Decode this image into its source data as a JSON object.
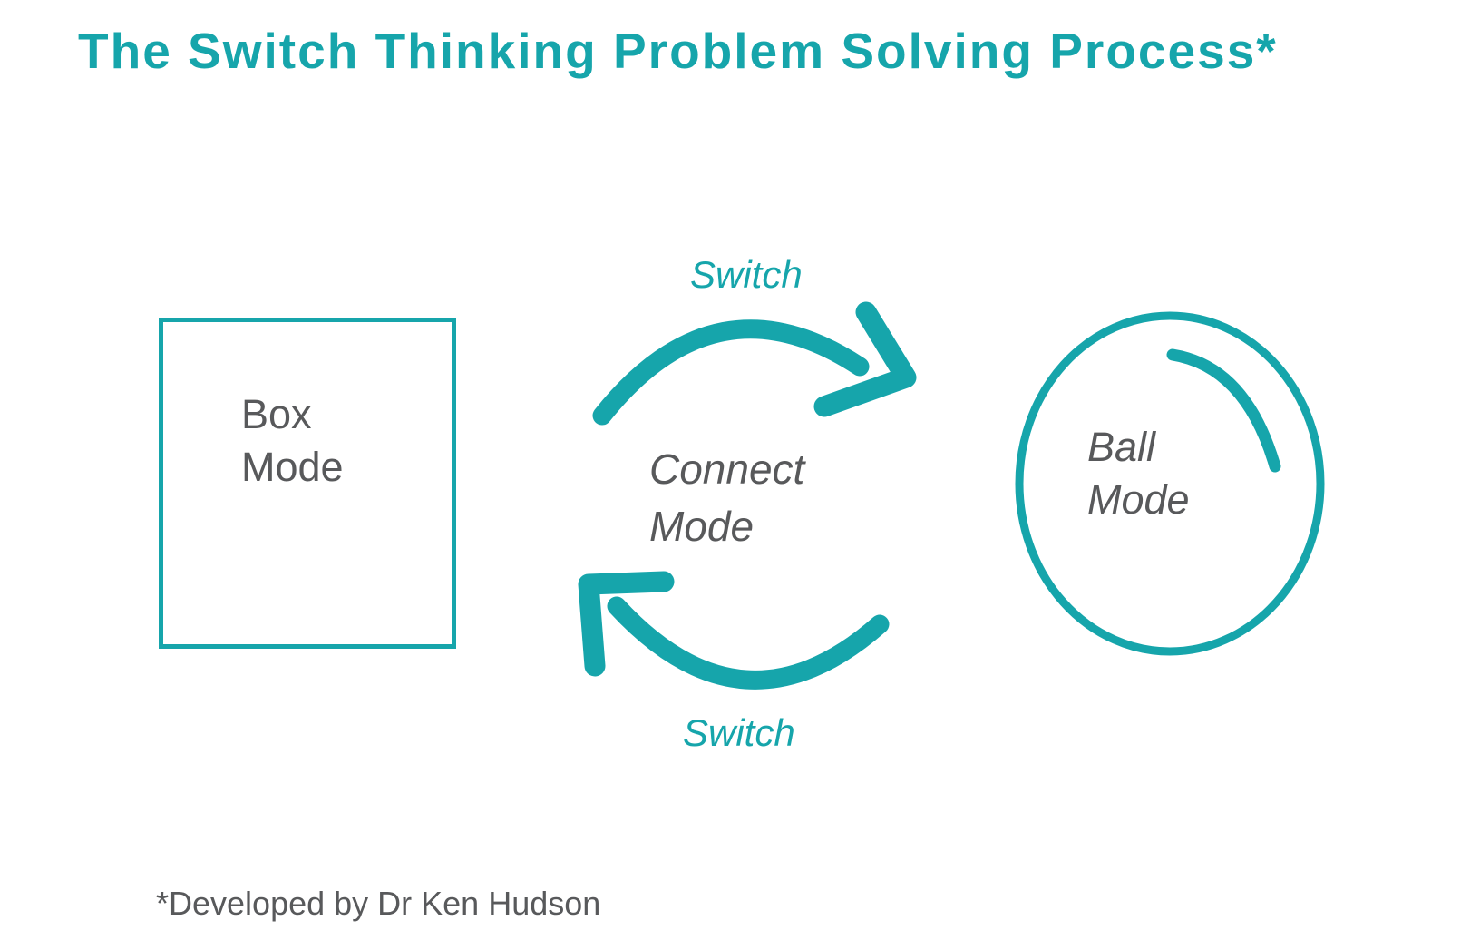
{
  "title": "The Switch Thinking Problem Solving Process*",
  "footnote": "*Developed by Dr Ken Hudson",
  "colors": {
    "teal": "#16A5AB",
    "text_gray": "#58595B"
  },
  "diagram": {
    "box_mode_label": "Box\nMode",
    "connect_mode_label": "Connect\nMode",
    "ball_mode_label": "Ball\nMode",
    "switch_top_label": "Switch",
    "switch_bottom_label": "Switch"
  }
}
